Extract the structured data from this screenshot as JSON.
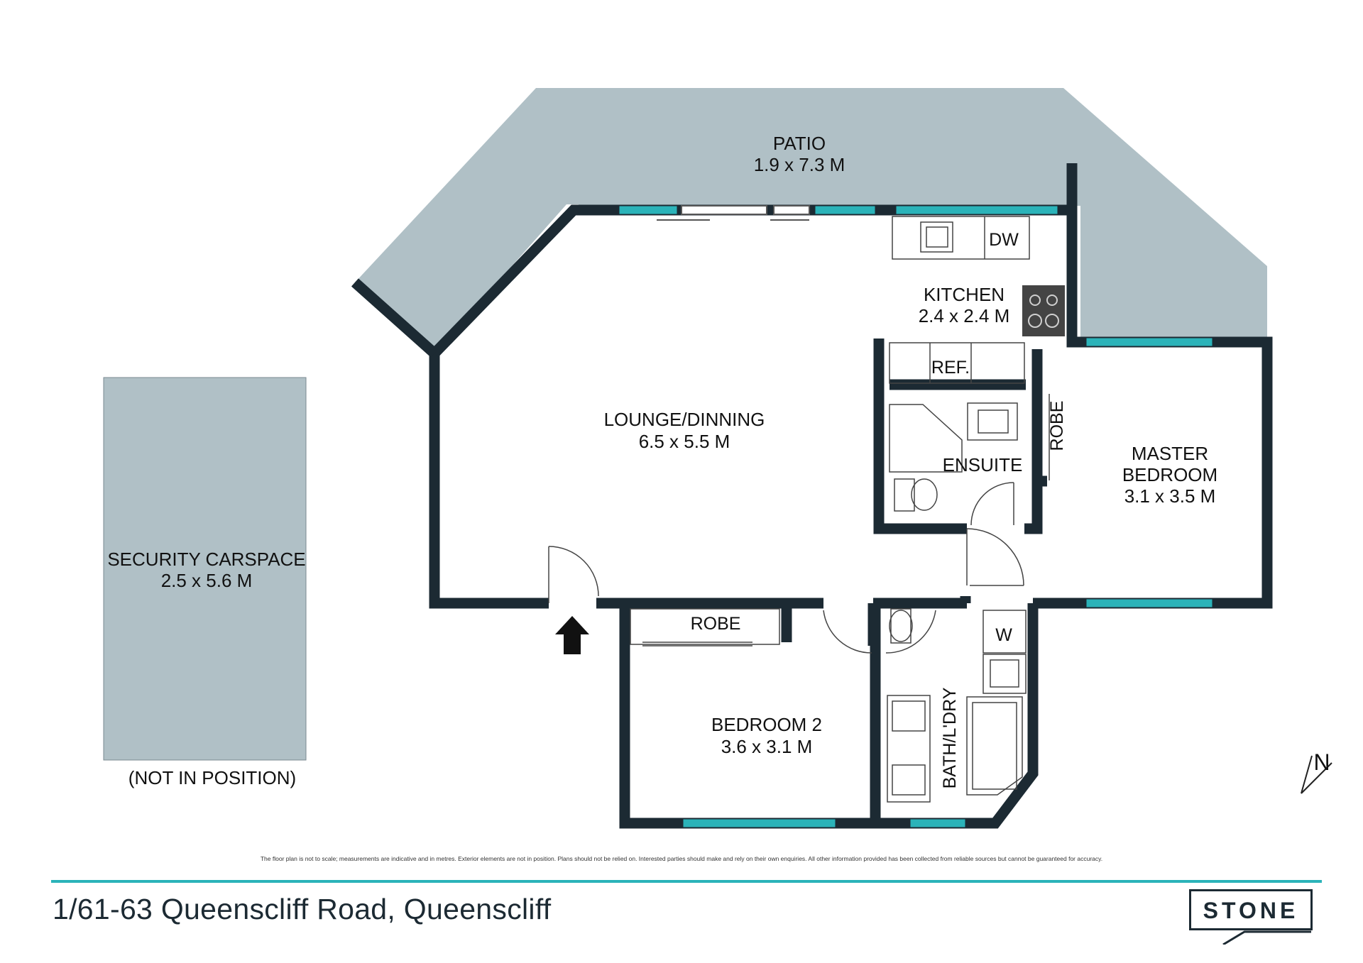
{
  "rooms": {
    "patio": {
      "name": "PATIO",
      "size": "1.9 x 7.3 M"
    },
    "kitchen": {
      "name": "KITCHEN",
      "size": "2.4 x 2.4 M",
      "dw": "DW",
      "ref": "REF."
    },
    "lounge": {
      "name": "LOUNGE/DINNING",
      "size": "6.5 x 5.5 M"
    },
    "ensuite": {
      "name": "ENSUITE"
    },
    "robe_master": {
      "name": "ROBE"
    },
    "master": {
      "line1": "MASTER",
      "line2": "BEDROOM",
      "size": "3.1 x 3.5 M"
    },
    "carspace": {
      "name": "SECURITY CARSPACE",
      "size": "2.5 x 5.6 M",
      "note": "(NOT IN POSITION)"
    },
    "robe_bed2": {
      "name": "ROBE"
    },
    "bedroom2": {
      "name": "BEDROOM 2",
      "size": "3.6 x 3.1 M"
    },
    "bath": {
      "name": "BATH/L'DRY",
      "w": "W"
    }
  },
  "compass": {
    "label": "N"
  },
  "disclaimer": "The floor plan is not to scale; measurements are indicative and in metres. Exterior elements are not in position. Plans should not be relied on. Interested parties should make and rely on their own enquiries. All other information provided has been collected from reliable sources but cannot be guaranteed for accuracy.",
  "address": "1/61-63 Queenscliff Road, Queenscliff",
  "logo": "STONE",
  "colors": {
    "wall": "#1c2a33",
    "exterior": "#b0c0c6",
    "window": "#2bb3b9",
    "accent": "#2bb3b9"
  }
}
